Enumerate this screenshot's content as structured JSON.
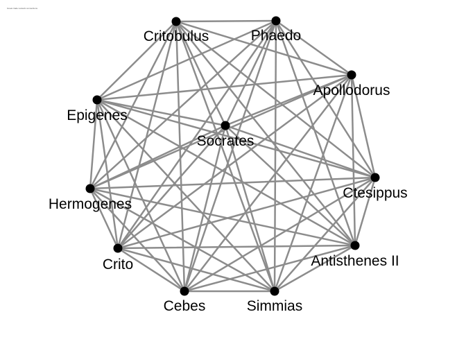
{
  "caption": "Greek trade network connections",
  "colors": {
    "edge": "#8c8c8c",
    "node": "#000000",
    "label": "#000000",
    "background": "#ffffff"
  },
  "nodes": [
    {
      "id": "critobulus",
      "label": "Critobulus"
    },
    {
      "id": "phaedo",
      "label": "Phaedo"
    },
    {
      "id": "apollodorus",
      "label": "Apollodorus"
    },
    {
      "id": "epigenes",
      "label": "Epigenes"
    },
    {
      "id": "socrates",
      "label": "Socrates"
    },
    {
      "id": "ctesippus",
      "label": "Ctesippus"
    },
    {
      "id": "hermogenes",
      "label": "Hermogenes"
    },
    {
      "id": "antisthenes",
      "label": "Antisthenes II"
    },
    {
      "id": "crito",
      "label": "Crito"
    },
    {
      "id": "cebes",
      "label": "Cebes"
    },
    {
      "id": "simmias",
      "label": "Simmias"
    }
  ],
  "edges": [
    [
      "critobulus",
      "phaedo"
    ],
    [
      "critobulus",
      "apollodorus"
    ],
    [
      "critobulus",
      "socrates"
    ],
    [
      "critobulus",
      "ctesippus"
    ],
    [
      "critobulus",
      "antisthenes"
    ],
    [
      "critobulus",
      "crito"
    ],
    [
      "critobulus",
      "hermogenes"
    ],
    [
      "critobulus",
      "cebes"
    ],
    [
      "critobulus",
      "simmias"
    ],
    [
      "phaedo",
      "apollodorus"
    ],
    [
      "phaedo",
      "epigenes"
    ],
    [
      "phaedo",
      "socrates"
    ],
    [
      "phaedo",
      "ctesippus"
    ],
    [
      "phaedo",
      "antisthenes"
    ],
    [
      "phaedo",
      "hermogenes"
    ],
    [
      "phaedo",
      "crito"
    ],
    [
      "phaedo",
      "simmias"
    ],
    [
      "phaedo",
      "cebes"
    ],
    [
      "apollodorus",
      "epigenes"
    ],
    [
      "apollodorus",
      "socrates"
    ],
    [
      "apollodorus",
      "ctesippus"
    ],
    [
      "apollodorus",
      "antisthenes"
    ],
    [
      "apollodorus",
      "hermogenes"
    ],
    [
      "apollodorus",
      "crito"
    ],
    [
      "apollodorus",
      "cebes"
    ],
    [
      "apollodorus",
      "simmias"
    ],
    [
      "epigenes",
      "critobulus"
    ],
    [
      "epigenes",
      "socrates"
    ],
    [
      "epigenes",
      "ctesippus"
    ],
    [
      "epigenes",
      "antisthenes"
    ],
    [
      "epigenes",
      "hermogenes"
    ],
    [
      "epigenes",
      "crito"
    ],
    [
      "epigenes",
      "cebes"
    ],
    [
      "epigenes",
      "simmias"
    ],
    [
      "socrates",
      "ctesippus"
    ],
    [
      "socrates",
      "hermogenes"
    ],
    [
      "socrates",
      "crito"
    ],
    [
      "socrates",
      "cebes"
    ],
    [
      "socrates",
      "simmias"
    ],
    [
      "socrates",
      "antisthenes"
    ],
    [
      "ctesippus",
      "hermogenes"
    ],
    [
      "ctesippus",
      "antisthenes"
    ],
    [
      "ctesippus",
      "crito"
    ],
    [
      "ctesippus",
      "cebes"
    ],
    [
      "ctesippus",
      "simmias"
    ],
    [
      "hermogenes",
      "antisthenes"
    ],
    [
      "hermogenes",
      "crito"
    ],
    [
      "hermogenes",
      "cebes"
    ],
    [
      "hermogenes",
      "simmias"
    ],
    [
      "antisthenes",
      "crito"
    ],
    [
      "antisthenes",
      "cebes"
    ],
    [
      "antisthenes",
      "simmias"
    ],
    [
      "crito",
      "cebes"
    ],
    [
      "crito",
      "simmias"
    ],
    [
      "cebes",
      "simmias"
    ]
  ]
}
